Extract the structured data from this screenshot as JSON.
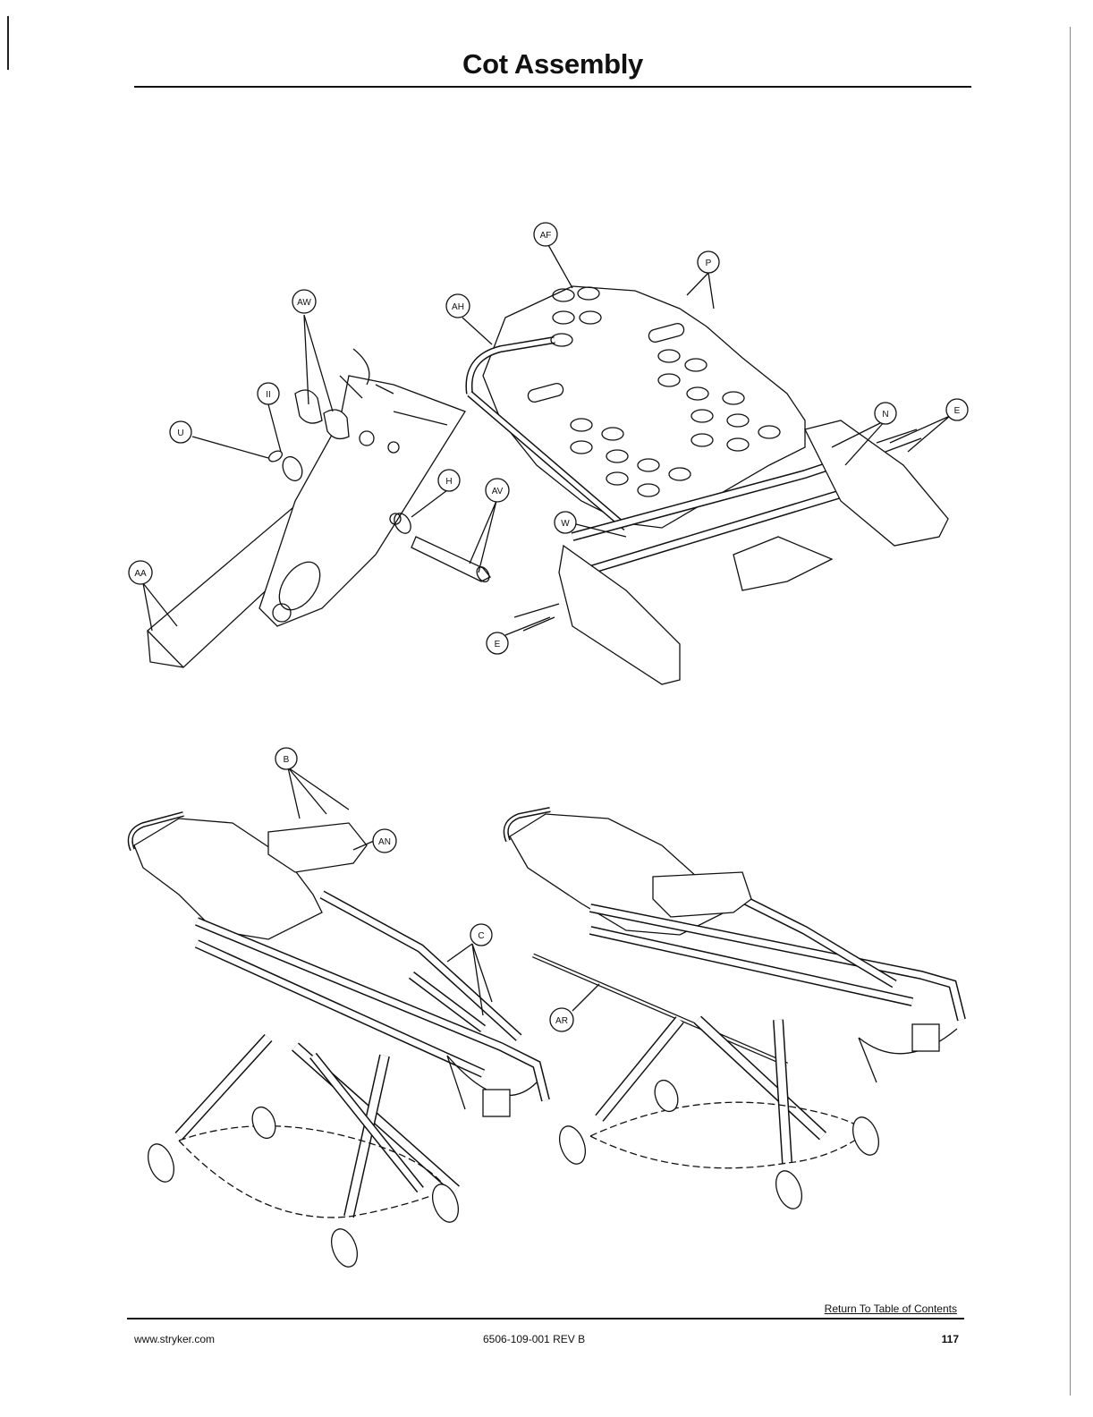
{
  "header": {
    "title": "Cot Assembly"
  },
  "footer": {
    "toc_link": "Return To Table of Contents",
    "website": "www.stryker.com",
    "doc_number": "6506-109-001 REV B",
    "page_number": "117"
  },
  "callouts": {
    "aw": "AW",
    "ii": "II",
    "u": "U",
    "aa": "AA",
    "h": "H",
    "av": "AV",
    "af": "AF",
    "ah": "AH",
    "p": "P",
    "n": "N",
    "e1": "E",
    "e2": "E",
    "w": "W",
    "b": "B",
    "an": "AN",
    "c": "C",
    "ar": "AR"
  }
}
